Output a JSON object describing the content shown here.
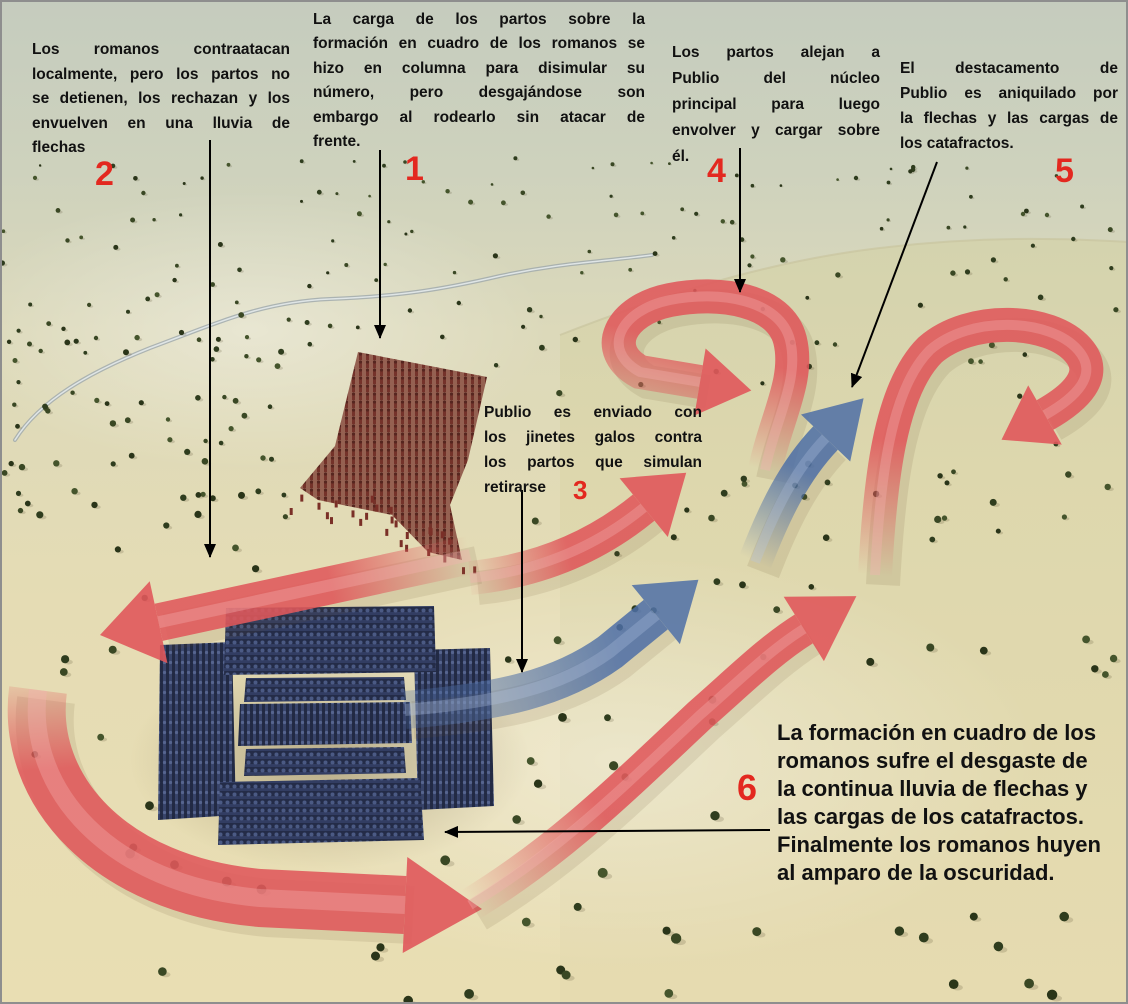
{
  "notes": {
    "n1": {
      "number": "1",
      "lines": [
        "La carga de los partos sobre la",
        "formación en cuadro de los romanos se",
        "hizo en columna para disimular su",
        "número, pero desgajándose son",
        "embargo al rodearlo sin atacar de",
        "frente."
      ]
    },
    "n2": {
      "number": "2",
      "lines": [
        "Los romanos contraatacan",
        "localmente, pero los partos no",
        "se detienen, los rechazan y los",
        "envuelven en una lluvia de",
        "flechas"
      ]
    },
    "n3": {
      "number": "3",
      "lines": [
        "Publio es enviado con",
        "los jinetes galos contra",
        "los partos que simulan",
        "retirarse"
      ]
    },
    "n4": {
      "number": "4",
      "lines": [
        "Los partos alejan a",
        "Publio del núcleo",
        "principal para luego",
        "envolver y cargar sobre",
        "él."
      ]
    },
    "n5": {
      "number": "5",
      "lines": [
        "El destacamento de",
        "Publio es aniquilado por",
        "la flechas y las cargas de",
        "los catafractos."
      ]
    },
    "n6": {
      "number": "6",
      "lines": [
        "La formación en cuadro de los",
        "romanos sufre el desgaste de",
        "la continua lluvia de flechas y",
        "las cargas de los catafractos.",
        "Finalmente los romanos huyen",
        "al amparo de la oscuridad."
      ]
    }
  },
  "colors": {
    "number_label": "#e3281f",
    "parthian_movement": "#e0585b",
    "roman_movement": "#4d6ea6",
    "roman_troops": "#262e4a",
    "parthian_troops": "#7a2f27",
    "ground": "#e5dcb4"
  }
}
